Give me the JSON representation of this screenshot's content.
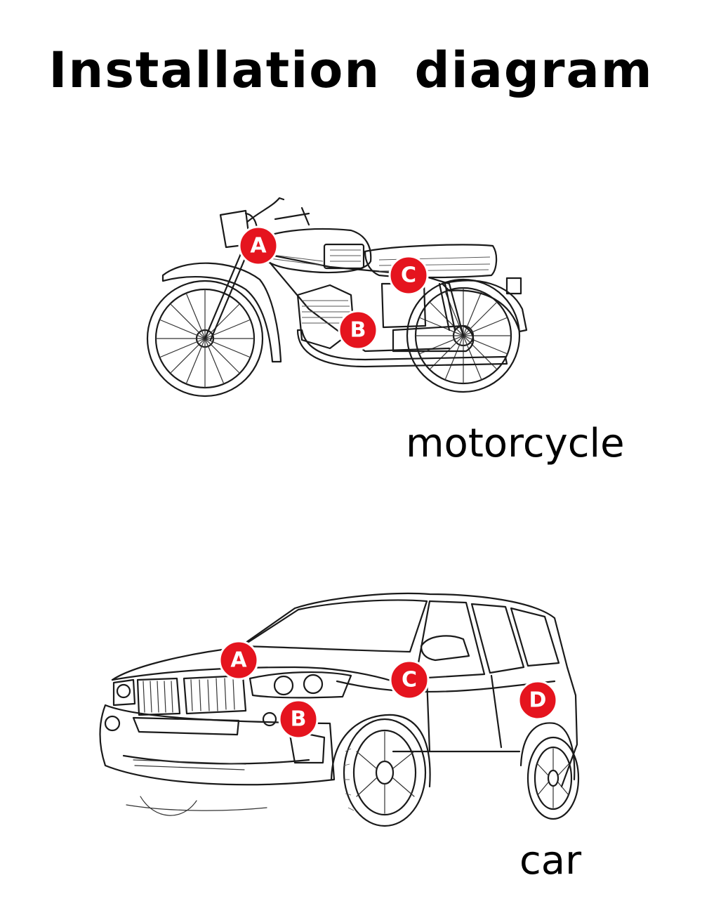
{
  "title": "Installation diagram",
  "accent_color": "#e5141e",
  "motorcycle": {
    "label": "motorcycle",
    "markers": [
      "A",
      "B",
      "C"
    ]
  },
  "car": {
    "label": "car",
    "markers": [
      "A",
      "B",
      "C",
      "D"
    ]
  }
}
